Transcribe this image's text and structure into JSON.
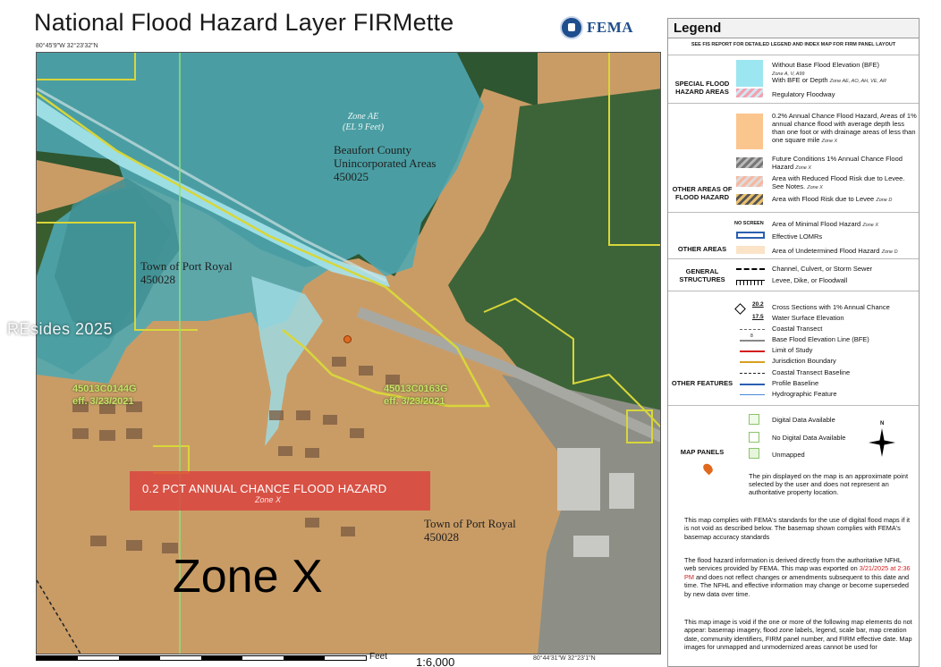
{
  "header": {
    "title": "National Flood Hazard Layer FIRMette",
    "fema_word": "FEMA",
    "coord_top_left": "80°45'9\"W 32°23'32\"N",
    "coord_bottom_right": "80°44'31\"W 32°23'1\"N"
  },
  "map": {
    "zone_ae": "Zone AE",
    "zone_ae_el": "(EL 9 Feet)",
    "county_line1": "Beaufort County",
    "county_line2": "Unincorporated Areas",
    "county_id": "450025",
    "town_nw_name": "Town of Port Royal",
    "town_nw_id": "450028",
    "town_se_name": "Town of Port Royal",
    "town_se_id": "450028",
    "panel_1_id": "45013C0144G",
    "panel_1_eff": "eff. 3/23/2021",
    "panel_2_id": "45013C0163G",
    "panel_2_eff": "eff. 3/23/2021",
    "band_text": "0.2 PCT ANNUAL CHANCE FLOOD HAZARD",
    "band_sub": "Zone X",
    "zone_x_big": "Zone X",
    "watermark": "REsides 2025"
  },
  "scale": {
    "unit": "Feet",
    "ratio": "1:6,000"
  },
  "legend": {
    "title": "Legend",
    "note": "SEE FIS REPORT FOR DETAILED LEGEND AND INDEX MAP FOR FIRM PANEL LAYOUT",
    "sfha_head": "SPECIAL FLOOD HAZARD AREAS",
    "sfha_1": "Without Base Flood Elevation (BFE)",
    "sfha_1_sub": "Zone A, V, A99",
    "sfha_2": "With BFE or Depth",
    "sfha_2_sub": "Zone AE, AO, AH, VE, AR",
    "sfha_3": "Regulatory Floodway",
    "ofa_head": "OTHER AREAS OF FLOOD HAZARD",
    "ofa_1": "0.2% Annual Chance Flood Hazard, Areas of 1% annual chance flood with average depth less than one foot or with drainage areas of less than one square mile",
    "ofa_1_sub": "Zone X",
    "ofa_2": "Future Conditions 1% Annual Chance Flood Hazard",
    "ofa_2_sub": "Zone X",
    "ofa_3": "Area with Reduced Flood Risk due to Levee. See Notes.",
    "ofa_3_sub": "Zone X",
    "ofa_4": "Area with Flood Risk due to Levee",
    "ofa_4_sub": "Zone D",
    "oa_head": "OTHER AREAS",
    "no_screen": "NO SCREEN",
    "oa_1": "Area of Minimal Flood Hazard",
    "oa_1_sub": "Zone X",
    "oa_2": "Effective LOMRs",
    "oa_3": "Area of Undetermined Flood Hazard",
    "oa_3_sub": "Zone D",
    "gs_head": "GENERAL STRUCTURES",
    "gs_1": "Channel, Culvert, or Storm Sewer",
    "gs_2": "Levee, Dike, or Floodwall",
    "of_head": "OTHER FEATURES",
    "of_num_1": "20.2",
    "of_num_2": "17.5",
    "of_num_3": "8",
    "of_1": "Cross Sections with 1% Annual Chance",
    "of_2": "Water Surface Elevation",
    "of_3": "Coastal Transect",
    "of_4": "Base Flood Elevation Line (BFE)",
    "of_5": "Limit of Study",
    "of_6": "Jurisdiction Boundary",
    "of_7": "Coastal Transect Baseline",
    "of_8": "Profile Baseline",
    "of_9": "Hydrographic Feature",
    "mp_head": "MAP PANELS",
    "mp_1": "Digital Data Available",
    "mp_2": "No Digital Data Available",
    "mp_3": "Unmapped",
    "north": "N",
    "pin_text": "The pin displayed on the map is an approximate point selected by the user and does not represent an authoritative property location.",
    "para_1": "This map complies with FEMA's standards for the use of digital flood maps if it is not void as described below. The basemap shown complies with FEMA's basemap accuracy standards",
    "para_2a": "The flood hazard information is derived directly from the authoritative NFHL web services provided by FEMA. This map was exported on ",
    "para_2_date": "3/21/2025 at 2:36 PM",
    "para_2b": " and does not reflect changes or amendments subsequent to this date and time. The NFHL and effective information may change or become superseded by new data over time.",
    "para_3": "This map image is void if the one or more of the following map elements do not appear: basemap imagery, flood zone labels, legend, scale bar, map creation date, community identifiers, FIRM panel number, and FIRM effective date. Map images for unmapped and unmodernized areas cannot be used for"
  },
  "colors": {
    "zone_ae_fill": "#58b8c4",
    "zone_x_fill": "#d9a36b",
    "band_red": "#dc3c3c",
    "jurisdiction_line": "#d8d63a",
    "tree_green": "#2f5a32",
    "date_red": "#d21d1d"
  }
}
